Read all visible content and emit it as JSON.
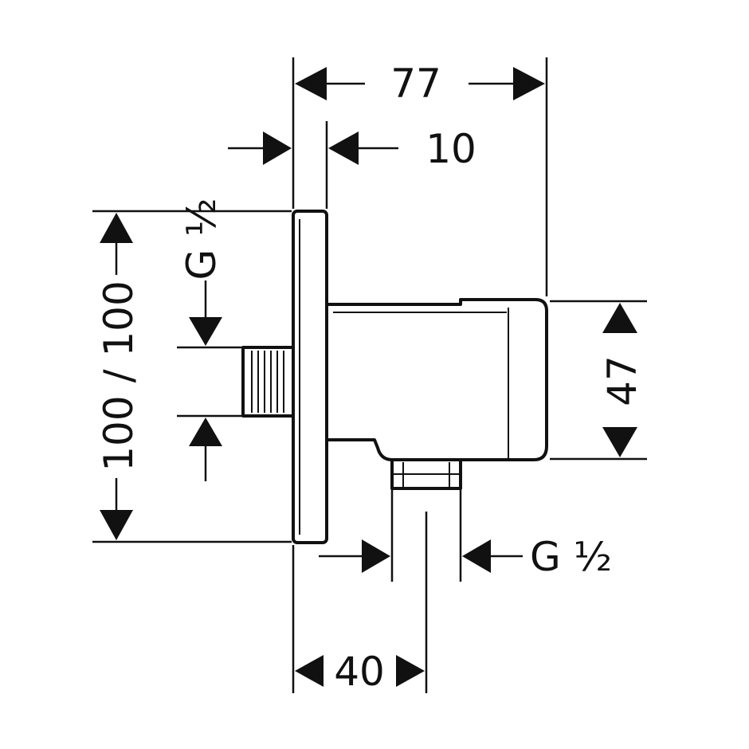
{
  "dimensions": {
    "overall_depth": "77",
    "flange_thickness": "10",
    "inlet_thread": "G ½",
    "flange_size": "100 / 100",
    "outlet_height": "47",
    "outlet_thread": "G ½",
    "outlet_offset": "40"
  }
}
